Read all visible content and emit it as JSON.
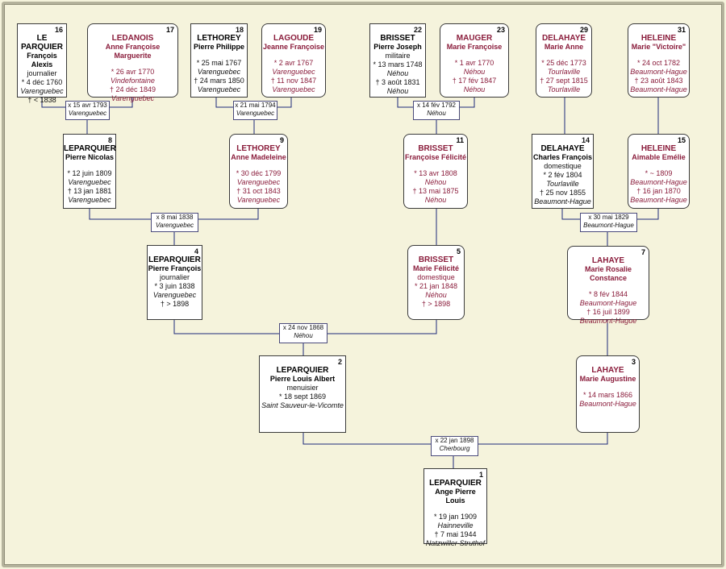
{
  "persons": {
    "p16": {
      "num": "16",
      "surname": "LE PARQUIER",
      "given": "François Alexis",
      "occupation": "journalier",
      "birth_date": "* 4 déc 1760",
      "birth_place": "Varenguebec",
      "death_date": "† < 1838",
      "death_place": ""
    },
    "p17": {
      "num": "17",
      "surname": "LEDANOIS",
      "given": "Anne Françoise Marguerite",
      "occupation": "",
      "birth_date": "* 26 avr 1770",
      "birth_place": "Vindefontaine",
      "death_date": "† 24 déc 1849",
      "death_place": "Varenguebec"
    },
    "p18": {
      "num": "18",
      "surname": "LETHOREY",
      "given": "Pierre Philippe",
      "occupation": "",
      "birth_date": "* 25 mai 1767",
      "birth_place": "Varenguebec",
      "death_date": "† 24 mars 1850",
      "death_place": "Varenguebec"
    },
    "p19": {
      "num": "19",
      "surname": "LAGOUDE",
      "given": "Jeanne Françoise",
      "occupation": "",
      "birth_date": "* 2 avr 1767",
      "birth_place": "Varenguebec",
      "death_date": "† 11 nov 1847",
      "death_place": "Varenguebec"
    },
    "p22": {
      "num": "22",
      "surname": "BRISSET",
      "given": "Pierre Joseph",
      "occupation": "militaire",
      "birth_date": "* 13 mars 1748",
      "birth_place": "Néhou",
      "death_date": "† 3 août 1831",
      "death_place": "Néhou"
    },
    "p23": {
      "num": "23",
      "surname": "MAUGER",
      "given": "Marie Françoise",
      "occupation": "",
      "birth_date": "* 1 avr 1770",
      "birth_place": "Néhou",
      "death_date": "† 17 fév 1847",
      "death_place": "Néhou"
    },
    "p29": {
      "num": "29",
      "surname": "DELAHAYE",
      "given": "Marie Anne",
      "occupation": "",
      "birth_date": "* 25 déc 1773",
      "birth_place": "Tourlaville",
      "death_date": "† 27 sept 1815",
      "death_place": "Tourlaville"
    },
    "p31": {
      "num": "31",
      "surname": "HELEINE",
      "given": "Marie \"Victoire\"",
      "occupation": "",
      "birth_date": "* 24 oct 1782",
      "birth_place": "Beaumont-Hague",
      "death_date": "† 23 août 1843",
      "death_place": "Beaumont-Hague"
    },
    "p8": {
      "num": "8",
      "surname": "LEPARQUIER",
      "given": "Pierre Nicolas",
      "occupation": "",
      "birth_date": "* 12 juin 1809",
      "birth_place": "Varenguebec",
      "death_date": "† 13 jan 1881",
      "death_place": "Varenguebec"
    },
    "p9": {
      "num": "9",
      "surname": "LETHOREY",
      "given": "Anne Madeleine",
      "occupation": "",
      "birth_date": "* 30 déc 1799",
      "birth_place": "Varenguebec",
      "death_date": "† 31 oct 1843",
      "death_place": "Varenguebec"
    },
    "p11": {
      "num": "11",
      "surname": "BRISSET",
      "given": "Françoise Félicité",
      "occupation": "",
      "birth_date": "* 13 avr 1808",
      "birth_place": "Néhou",
      "death_date": "† 13 mai 1875",
      "death_place": "Néhou"
    },
    "p14": {
      "num": "14",
      "surname": "DELAHAYE",
      "given": "Charles François",
      "occupation": "domestique",
      "birth_date": "* 2 fév 1804",
      "birth_place": "Tourlaville",
      "death_date": "† 25 nov 1855",
      "death_place": "Beaumont-Hague"
    },
    "p15": {
      "num": "15",
      "surname": "HELEINE",
      "given": "Aimable Emélie",
      "occupation": "",
      "birth_date": "* ~ 1809",
      "birth_place": "Beaumont-Hague",
      "death_date": "† 16 jan 1870",
      "death_place": "Beaumont-Hague"
    },
    "p4": {
      "num": "4",
      "surname": "LEPARQUIER",
      "given": "Pierre François",
      "occupation": "journalier",
      "birth_date": "* 3 juin 1838",
      "birth_place": "Varenguebec",
      "death_date": "† > 1898",
      "death_place": ""
    },
    "p5": {
      "num": "5",
      "surname": "BRISSET",
      "given": "Marie Félicité",
      "occupation": "domestique",
      "birth_date": "* 21 jan 1848",
      "birth_place": "Néhou",
      "death_date": "† > 1898",
      "death_place": ""
    },
    "p7": {
      "num": "7",
      "surname": "LAHAYE",
      "given": "Marie Rosalie Constance",
      "occupation": "",
      "birth_date": "* 8 fév 1844",
      "birth_place": "Beaumont-Hague",
      "death_date": "† 16 juil 1899",
      "death_place": "Beaumont-Hague"
    },
    "p2": {
      "num": "2",
      "surname": "LEPARQUIER",
      "given": "Pierre Louis Albert",
      "occupation": "menuisier",
      "birth_date": "* 18 sept 1869",
      "birth_place": "Saint Sauveur-le-Vicomte",
      "death_date": "",
      "death_place": ""
    },
    "p3": {
      "num": "3",
      "surname": "LAHAYE",
      "given": "Marie Augustine",
      "occupation": "",
      "birth_date": "* 14 mars 1866",
      "birth_place": "Beaumont-Hague",
      "death_date": "",
      "death_place": ""
    },
    "p1": {
      "num": "1",
      "surname": "LEPARQUIER",
      "given": "Ange Pierre Louis",
      "occupation": "",
      "birth_date": "* 19 jan 1909",
      "birth_place": "Hainneville",
      "death_date": "† 7 mai 1944",
      "death_place": "Natzwiller-Struthof"
    }
  },
  "marriages": {
    "m8": {
      "date": "x 15 avr 1793",
      "place": "Varenguebec"
    },
    "m9": {
      "date": "x 21 mai 1794",
      "place": "Varenguebec"
    },
    "m11": {
      "date": "x 14 fév 1792",
      "place": "Néhou"
    },
    "m4": {
      "date": "x 8 mai 1838",
      "place": "Varenguebec"
    },
    "m7": {
      "date": "x 30 mai 1829",
      "place": "Beaumont-Hague"
    },
    "m2": {
      "date": "x 24 nov 1868",
      "place": "Néhou"
    },
    "m1": {
      "date": "x 22 jan 1898",
      "place": "Cherbourg"
    }
  }
}
